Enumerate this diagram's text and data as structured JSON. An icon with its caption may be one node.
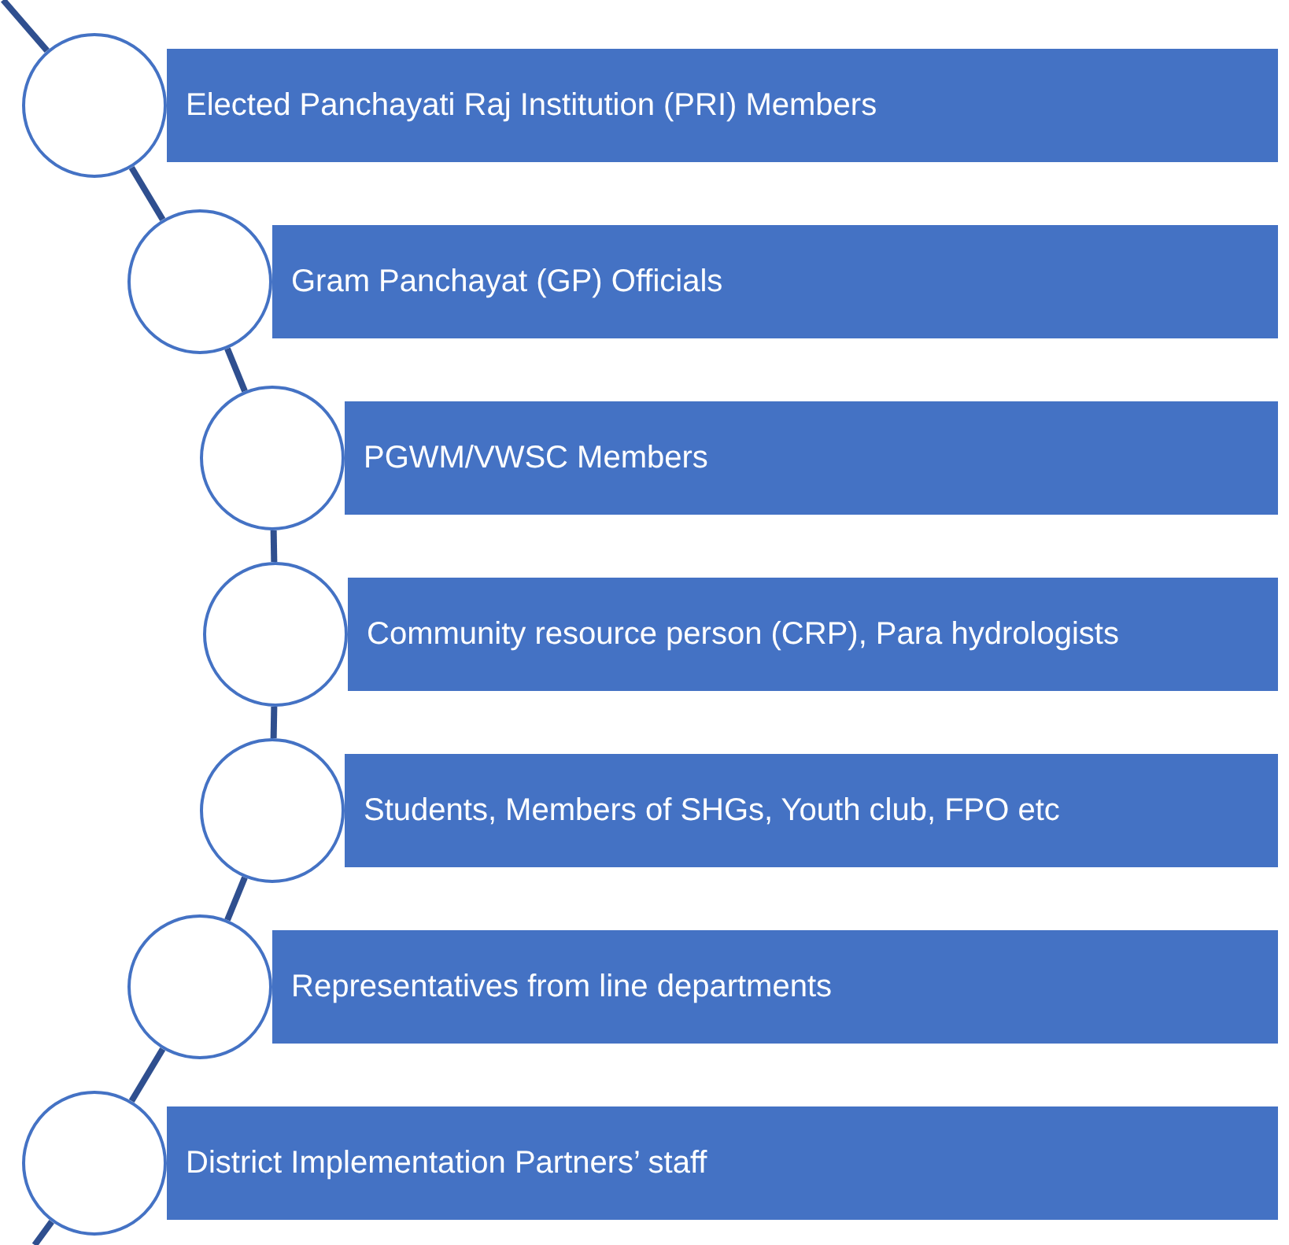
{
  "diagram": {
    "nodes": [
      {
        "text": [
          "Elected Panchayati Raj Institution (PRI) Members"
        ]
      },
      {
        "text": [
          "Gram Panchayat (GP) Officials"
        ]
      },
      {
        "text": [
          "PGWM/VWSC Members"
        ]
      },
      {
        "text": [
          "Community resource person (CRP), Para hydrologists"
        ]
      },
      {
        "text": [
          "Students, Members of SHGs, Youth club, FPO etc"
        ]
      },
      {
        "text": [
          "Representatives from line departments"
        ]
      },
      {
        "text": [
          "District Implementation Partners’ staff"
        ]
      },
      {
        "text": [],
        "shape": "circle"
      },
      {
        "text": [],
        "shape": "circle"
      },
      {
        "text": [],
        "shape": "circle"
      },
      {
        "text": [],
        "shape": "circle"
      },
      {
        "text": [],
        "shape": "circle"
      },
      {
        "text": [],
        "shape": "circle"
      },
      {
        "text": [],
        "shape": "circle"
      }
    ],
    "edges": [
      {
        "from": null,
        "to": 7,
        "arrow": "none"
      },
      {
        "from": 7,
        "to": 8,
        "arrow": "none"
      },
      {
        "from": 8,
        "to": 9,
        "arrow": "none"
      },
      {
        "from": 9,
        "to": 10,
        "arrow": "none"
      },
      {
        "from": 10,
        "to": 11,
        "arrow": "none"
      },
      {
        "from": 11,
        "to": 12,
        "arrow": "none"
      },
      {
        "from": 12,
        "to": 13,
        "arrow": "none"
      },
      {
        "from": 13,
        "to": null,
        "arrow": "none"
      }
    ]
  }
}
